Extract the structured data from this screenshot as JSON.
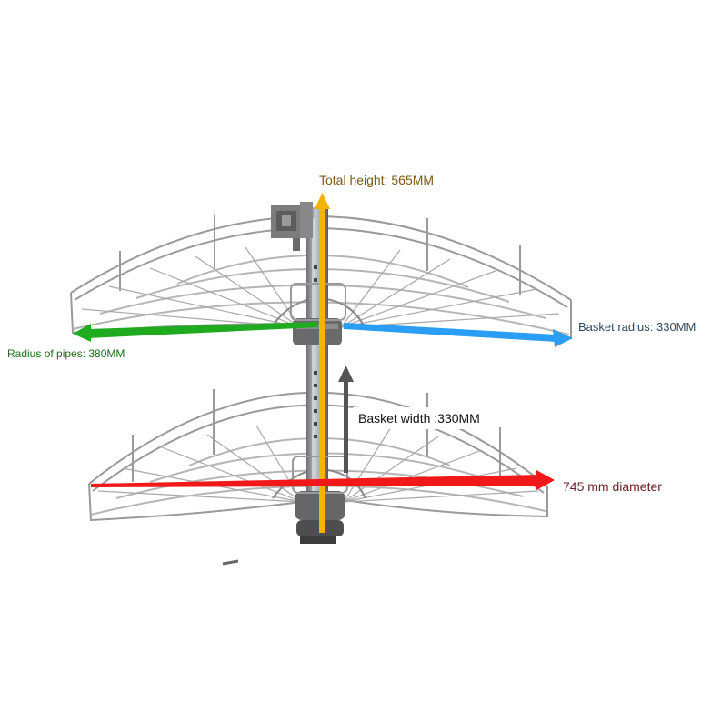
{
  "annotations": {
    "total_height": "Total height: 565MM",
    "basket_radius": "Basket radius: 330MM",
    "radius_of_pipes": "Radius of pipes: 380MM",
    "basket_width": "Basket width :330MM",
    "diameter": "745 mm diameter"
  },
  "arrow_colors": {
    "total_height": "#f5b400",
    "basket_radius": "#2a9df4",
    "radius_of_pipes": "#1faa1f",
    "basket_width": "#555555",
    "diameter": "#f01818"
  }
}
